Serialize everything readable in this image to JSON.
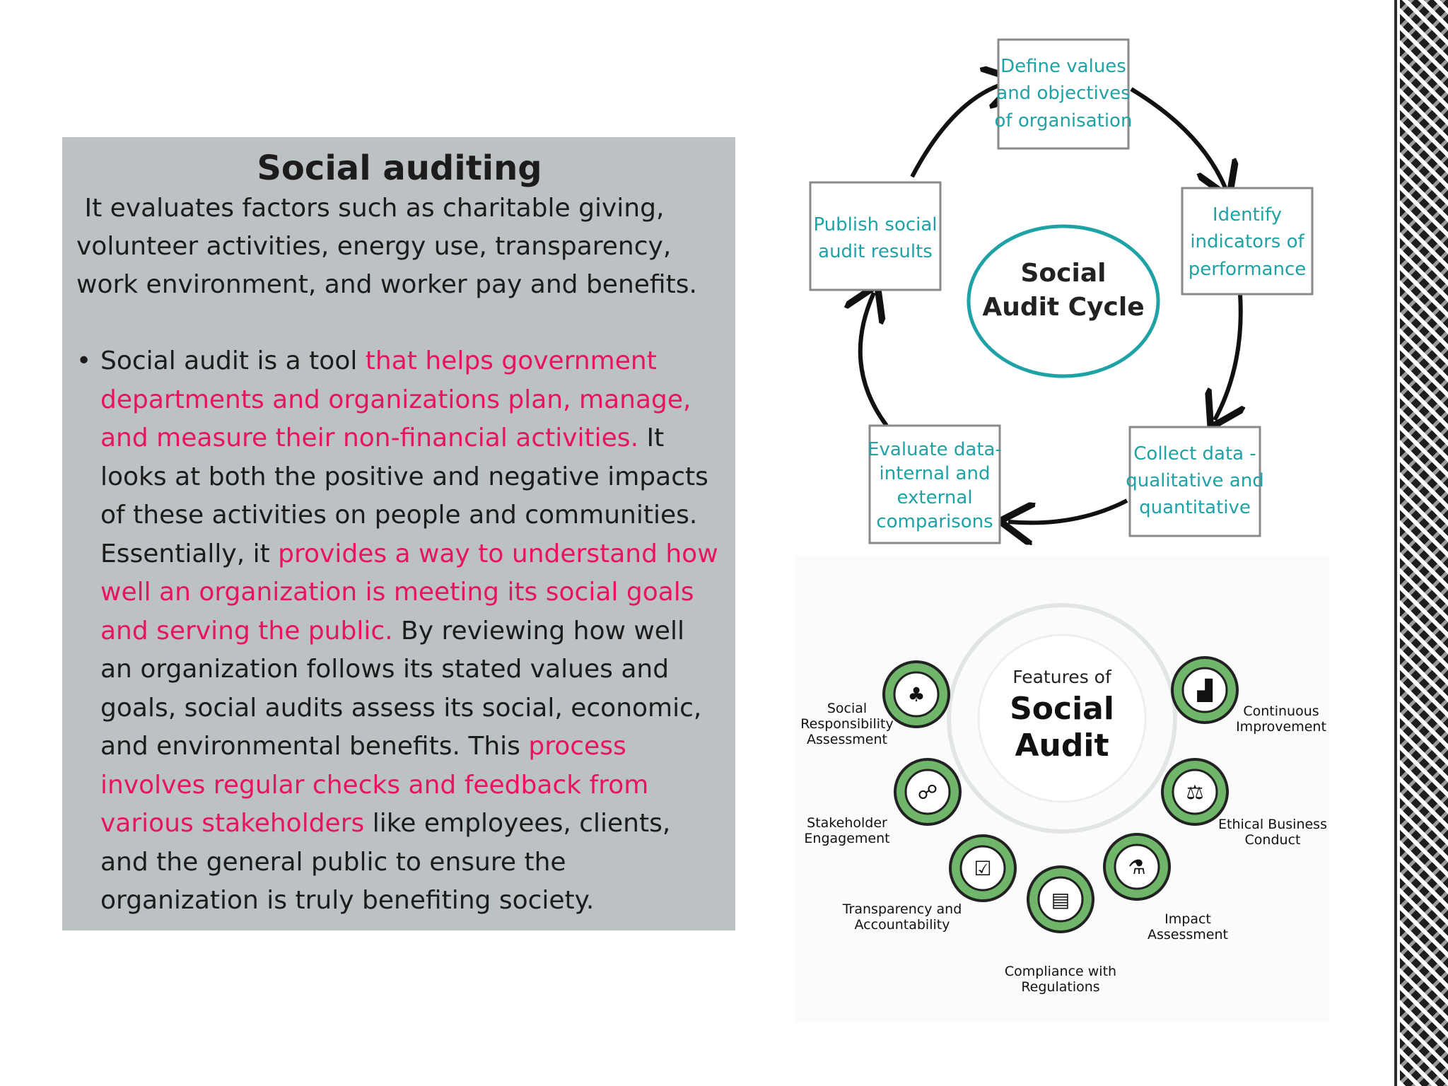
{
  "panel": {
    "title": "Social auditing",
    "intro": " It evaluates factors such as charitable giving, volunteer activities, energy use, transparency, work environment, and worker pay and benefits.",
    "bullet": {
      "symbol": "•",
      "t1": "Social audit is a tool ",
      "h1": "that helps government departments and organizations plan, manage, and measure their non-financial activities.",
      "t2": " It looks at both the positive and negative impacts of these activities on people and communities. Essentially, it ",
      "h2": "provides a way to understand how well an organization is meeting its social goals and serving the public.",
      "t3": " By reviewing how well an organization follows its stated values and goals, social audits assess its social, economic, and environmental benefits. This ",
      "h3": "process involves regular checks and feedback from various stakeholders",
      "t4": " like employees, clients, and the general public to ensure the organization is truly benefiting society."
    }
  },
  "cycle": {
    "center": [
      "Social",
      "Audit Cycle"
    ],
    "steps": [
      {
        "lines": [
          "Define values",
          "and objectives",
          "of organisation"
        ]
      },
      {
        "lines": [
          "Identify",
          "indicators of",
          "performance"
        ]
      },
      {
        "lines": [
          "Collect data -",
          "qualitative and",
          "quantitative"
        ]
      },
      {
        "lines": [
          "Evaluate data-",
          "internal and",
          "external",
          "comparisons"
        ]
      },
      {
        "lines": [
          "Publish social",
          "audit results"
        ]
      }
    ]
  },
  "features": {
    "title": [
      "Features of",
      "Social",
      "Audit"
    ],
    "items": [
      {
        "lines": [
          "Social",
          "Responsibility",
          "Assessment"
        ]
      },
      {
        "lines": [
          "Stakeholder",
          "Engagement"
        ]
      },
      {
        "lines": [
          "Transparency and",
          "Accountability"
        ]
      },
      {
        "lines": [
          "Compliance with",
          "Regulations"
        ]
      },
      {
        "lines": [
          "Impact",
          "Assessment"
        ]
      },
      {
        "lines": [
          "Ethical Business",
          "Conduct"
        ]
      },
      {
        "lines": [
          "Continuous",
          "Improvement"
        ]
      }
    ]
  },
  "colors": {
    "panel_bg": "#bcc1c4",
    "highlight": "#e8145f",
    "teal": "#1fa2a6",
    "feature_green": "#6fb56a"
  }
}
